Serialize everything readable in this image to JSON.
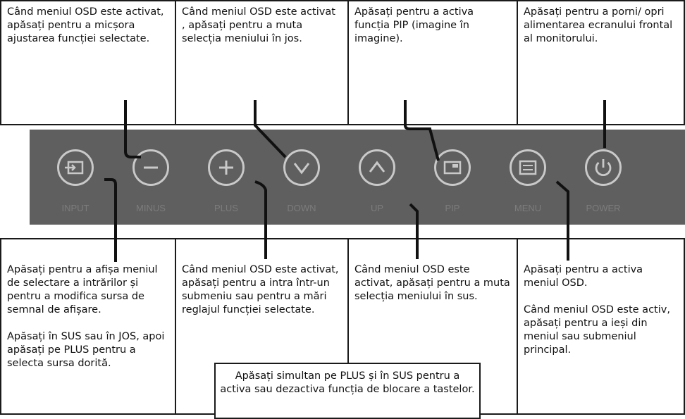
{
  "top_callouts": [
    {
      "text": "Când meniul OSD este activat, apăsați pentru a micșora ajustarea funcției selectate."
    },
    {
      "text": "Când meniul OSD este activat , apăsați pentru a muta selecția meniului în jos."
    },
    {
      "text": "Apăsați pentru a activa funcția PIP (imagine în imagine)."
    },
    {
      "text": "Apăsați pentru a porni/ opri alimentarea ecranului frontal al monitorului."
    }
  ],
  "bottom_callouts": [
    {
      "text": "Apăsați pentru a afișa meniul de selectare a intrărilor și pentru a modifica sursa de semnal de afișare.",
      "text2": "Apăsați în SUS sau în JOS, apoi apăsați pe PLUS pentru a selecta sursa dorită."
    },
    {
      "text": "Când meniul OSD este activat, apăsați pentru a intra într-un submeniu sau pentru a mări reglajul funcției selectate."
    },
    {
      "text": "Când meniul OSD este activat, apăsați pentru a muta selecția meniului în sus."
    },
    {
      "text": "Apăsați pentru a activa meniul OSD.",
      "text2": "Când meniul OSD este activ, apăsați pentru a ieși din meniul sau submeniul principal."
    }
  ],
  "note": "Apăsați simultan pe PLUS și în SUS pentru a activa sau dezactiva funcția de blocare a tastelor.",
  "buttons": [
    {
      "label": "INPUT",
      "icon": "input-icon"
    },
    {
      "label": "MINUS",
      "icon": "minus-icon"
    },
    {
      "label": "PLUS",
      "icon": "plus-icon"
    },
    {
      "label": "DOWN",
      "icon": "chevron-down-icon"
    },
    {
      "label": "UP",
      "icon": "chevron-up-icon"
    },
    {
      "label": "PIP",
      "icon": "pip-icon"
    },
    {
      "label": "MENU",
      "icon": "menu-icon"
    },
    {
      "label": "POWER",
      "icon": "power-icon"
    }
  ],
  "colors": {
    "panel": "#5f5f5f",
    "button_ring": "#c9c9c9",
    "button_label": "#7c7c7c",
    "leader": "#111111"
  }
}
